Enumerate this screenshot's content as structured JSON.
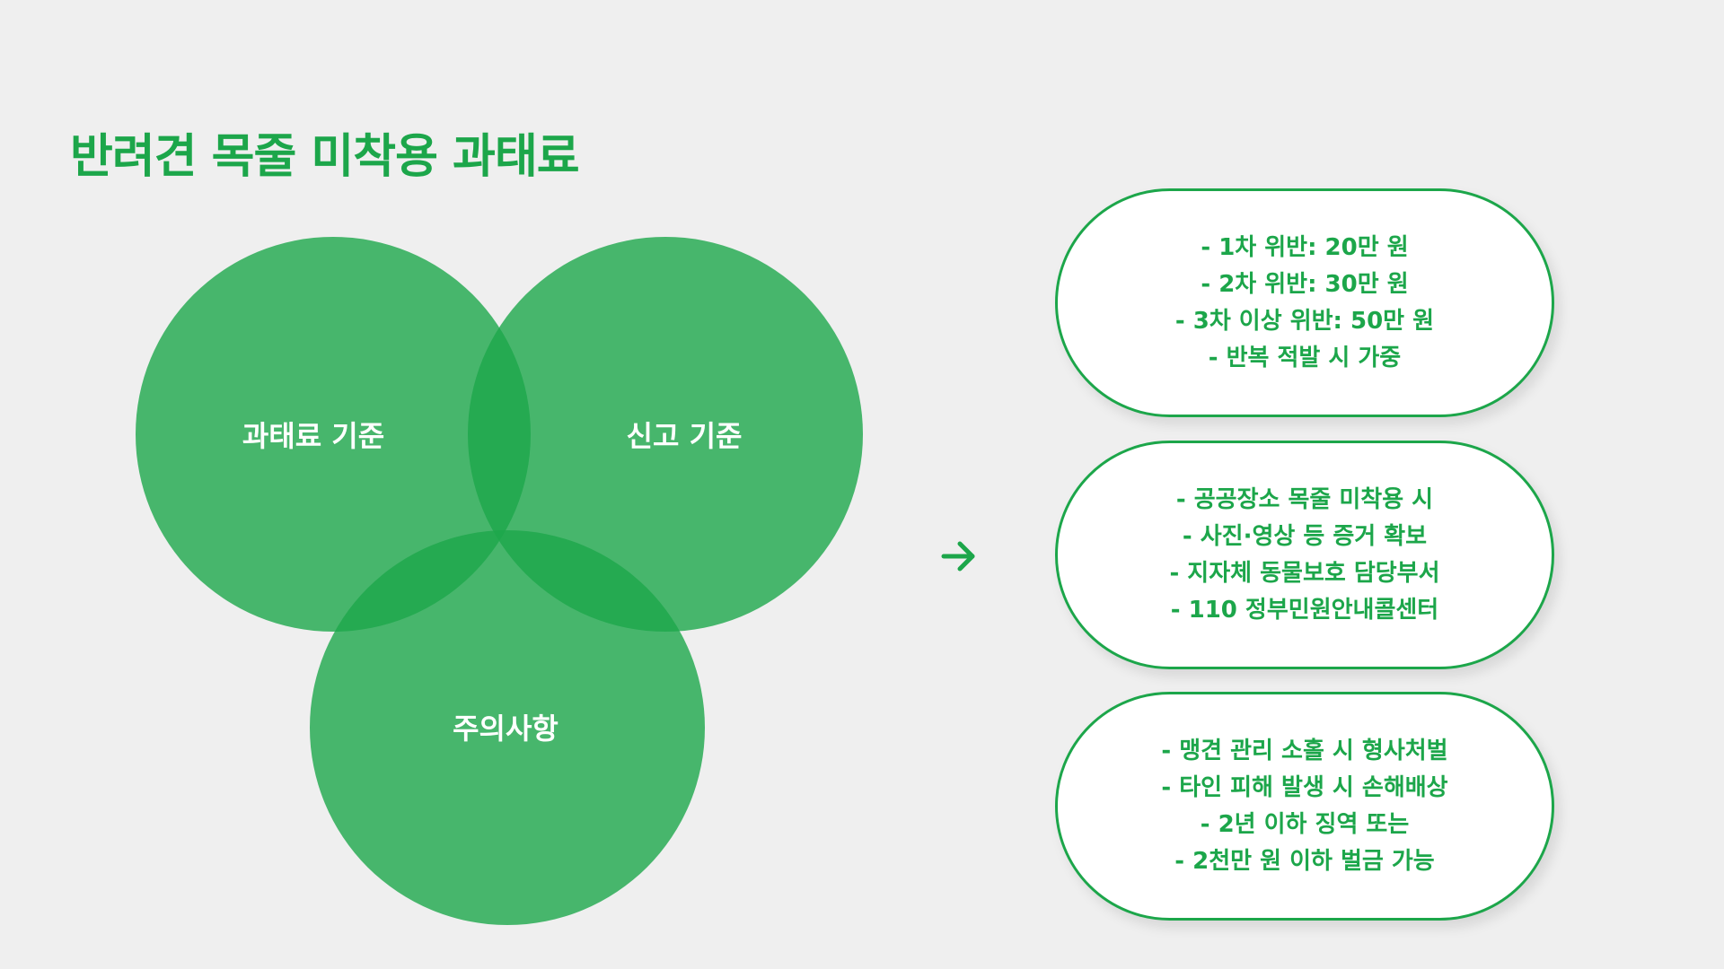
{
  "title": "반려견 목줄 미착용 과태료",
  "venn": {
    "circles": [
      {
        "label": "과태료 기준"
      },
      {
        "label": "신고 기준"
      },
      {
        "label": "주의사항"
      }
    ]
  },
  "colors": {
    "accent": "#1ca64a",
    "circle_fill": "#1da84b",
    "background": "#efefef",
    "pill_background": "#ffffff"
  },
  "arrow_icon": "arrow-right-icon",
  "pills": [
    {
      "lines": [
        "- 1차 위반: 20만 원",
        "- 2차 위반: 30만 원",
        "- 3차 이상 위반: 50만 원",
        "- 반복 적발 시 가중"
      ]
    },
    {
      "lines": [
        "- 공공장소 목줄 미착용 시",
        "- 사진·영상 등 증거 확보",
        "- 지자체 동물보호 담당부서",
        "- 110 정부민원안내콜센터"
      ]
    },
    {
      "lines": [
        "- 맹견 관리 소홀 시 형사처벌",
        "- 타인 피해 발생 시 손해배상",
        "- 2년 이하 징역 또는",
        "- 2천만 원 이하 벌금 가능"
      ]
    }
  ]
}
